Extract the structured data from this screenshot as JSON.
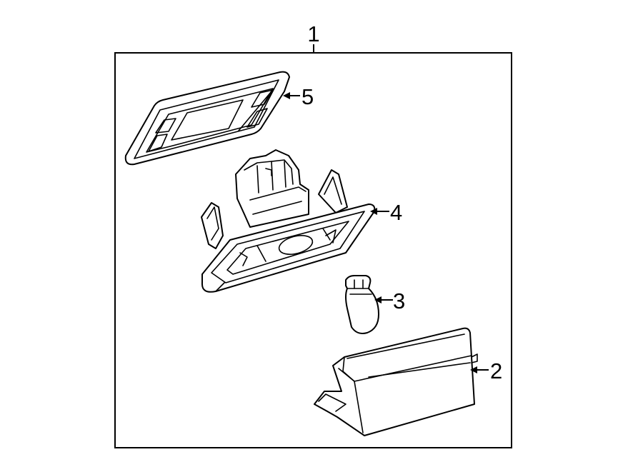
{
  "diagram": {
    "callouts": {
      "assembly": "1",
      "lens": "2",
      "bulb": "3",
      "socket_housing": "4",
      "gasket": "5"
    }
  }
}
